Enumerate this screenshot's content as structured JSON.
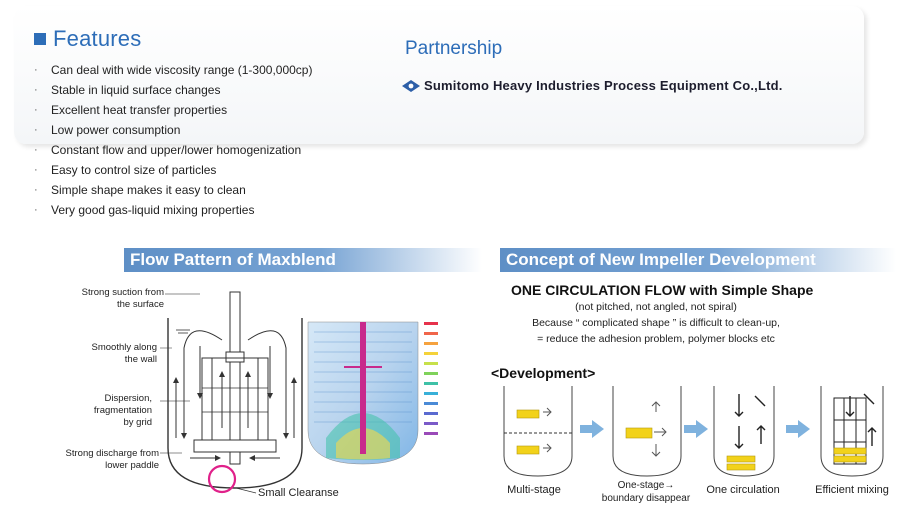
{
  "features": {
    "title": "Features",
    "items": [
      "Can deal with wide viscosity range (1-300,000cp)",
      "Stable in liquid surface changes",
      "Excellent heat transfer properties",
      "Low power consumption",
      "Constant flow and upper/lower homogenization",
      "Easy to control size of particles",
      "Simple shape makes it easy to clean",
      "Very good gas-liquid mixing properties"
    ]
  },
  "partnership": {
    "title": "Partnership",
    "company": "Sumitomo Heavy Industries Process Equipment Co.,Ltd."
  },
  "flow_pattern": {
    "title": "Flow Pattern of Maxblend",
    "labels": {
      "suction_1": "Strong suction from",
      "suction_2": "the surface",
      "wall_1": "Smoothly along",
      "wall_2": "the wall",
      "disp_1": "Dispersion,",
      "disp_2": "fragmentation",
      "disp_3": "by grid",
      "discharge_1": "Strong discharge from",
      "discharge_2": "lower paddle",
      "clearance": "Small Clearanse"
    }
  },
  "concept": {
    "title": "Concept of New Impeller Development",
    "headline": "ONE CIRCULATION FLOW with Simple Shape",
    "line1": "(not pitched, not angled, not spiral)",
    "line2": "Because “ complicated shape ” is difficult to clean-up,",
    "line3": "= reduce the adhesion problem, polymer blocks etc",
    "development_title": "<Development>",
    "stages": {
      "multi": "Multi-stage",
      "one_stage_1": "One-stage→",
      "one_stage_2": "boundary disappear",
      "one_circ": "One circulation",
      "efficient": "Efficient mixing"
    }
  },
  "colors": {
    "accent": "#2d6db8",
    "banner": "#6b9bd0",
    "impeller_yellow": "#f2d21a",
    "arrow_blue": "#7fb2de",
    "magenta": "#e0218a"
  }
}
